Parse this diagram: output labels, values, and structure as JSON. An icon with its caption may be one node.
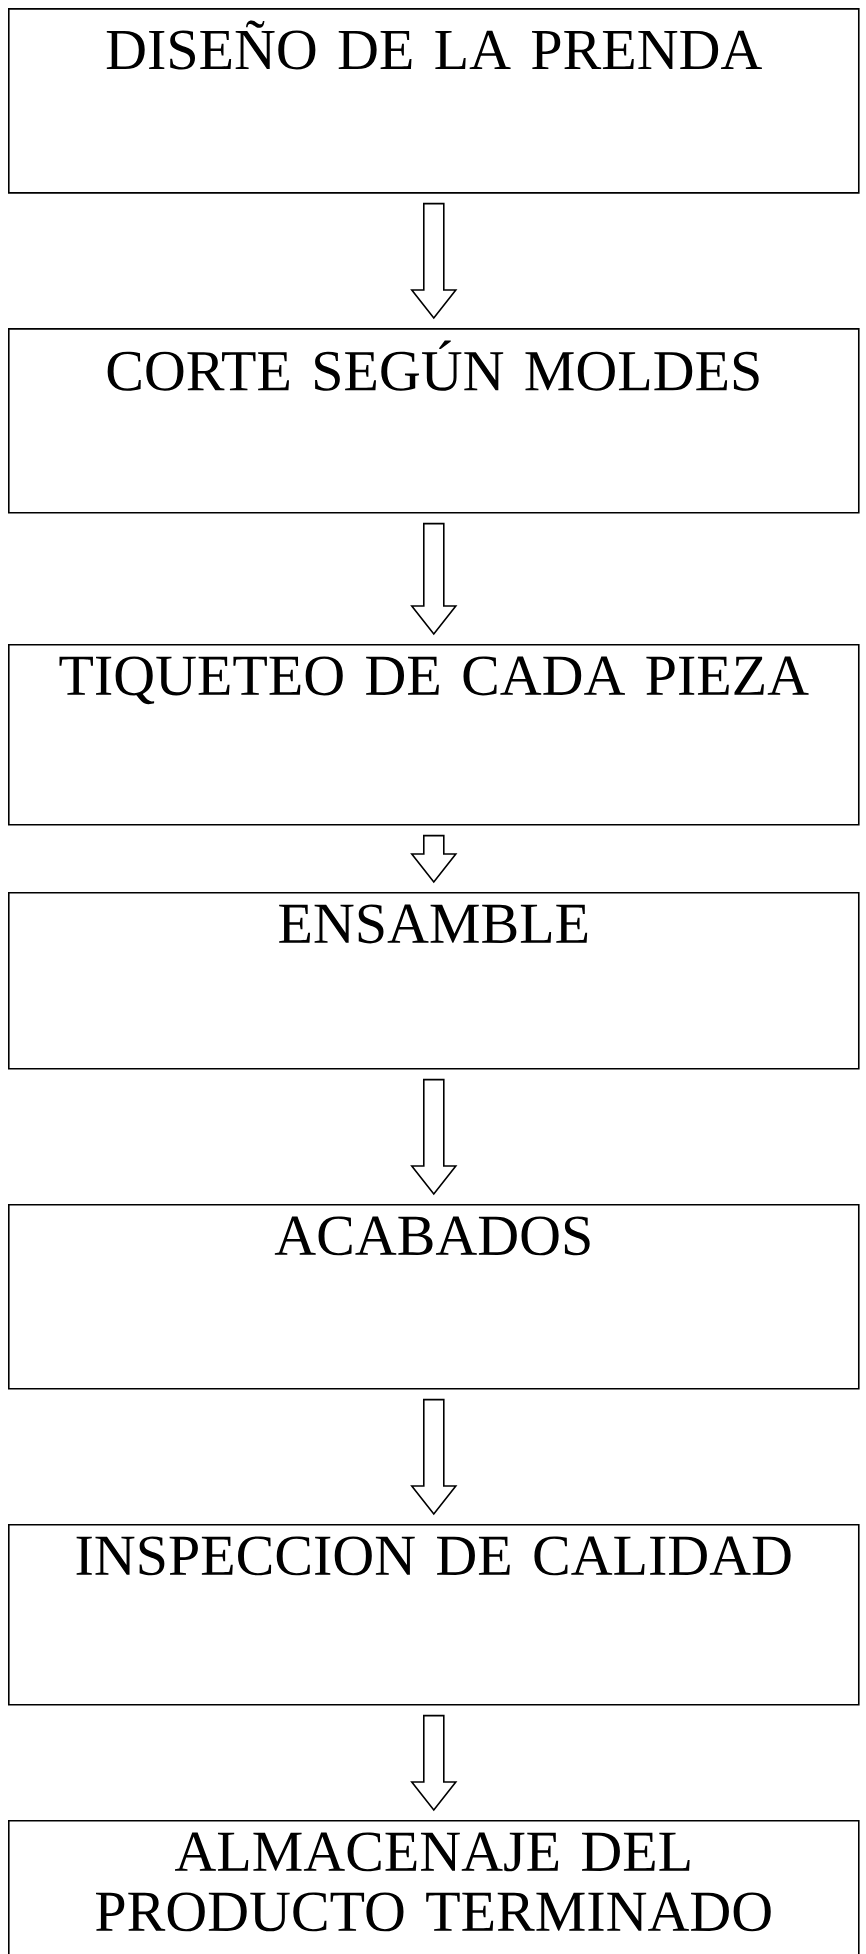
{
  "diagram": {
    "nodes": [
      {
        "text": [
          "DISEÑO DE LA PRENDA"
        ]
      },
      {
        "text": [
          "CORTE SEGÚN MOLDES"
        ]
      },
      {
        "text": [
          "TIQUETEO DE CADA PIEZA"
        ]
      },
      {
        "text": [
          "ENSAMBLE"
        ]
      },
      {
        "text": [
          "ACABADOS"
        ]
      },
      {
        "text": [
          "INSPECCION DE CALIDAD"
        ]
      },
      {
        "text": [
          "ALMACENAJE DEL PRODUCTO TERMINADO"
        ]
      }
    ],
    "edges": [
      {
        "from": 0,
        "to": 1,
        "arrow": "to"
      },
      {
        "from": 1,
        "to": 2,
        "arrow": "to"
      },
      {
        "from": 2,
        "to": 3,
        "arrow": "to"
      },
      {
        "from": 3,
        "to": 4,
        "arrow": "to"
      },
      {
        "from": 4,
        "to": 5,
        "arrow": "to"
      },
      {
        "from": 5,
        "to": 6,
        "arrow": "to"
      }
    ]
  }
}
